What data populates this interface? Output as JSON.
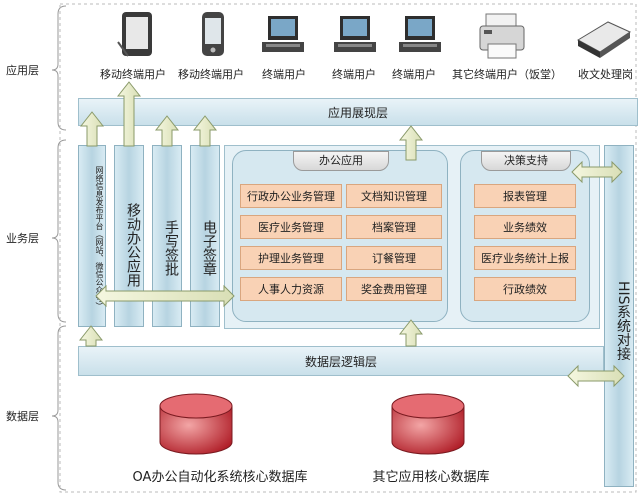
{
  "layers": {
    "app": "应用层",
    "biz": "业务层",
    "data": "数据层"
  },
  "devices": [
    {
      "label": "移动终端用户",
      "icon": "tablet-icon"
    },
    {
      "label": "移动终端用户",
      "icon": "phone-icon"
    },
    {
      "label": "终端用户",
      "icon": "desktop-computer-icon"
    },
    {
      "label": "终端用户",
      "icon": "desktop-computer-icon"
    },
    {
      "label": "终端用户",
      "icon": "desktop-computer-icon"
    },
    {
      "label": "其它终端用户（饭堂）",
      "icon": "printer-icon"
    },
    {
      "label": "收文处理岗",
      "icon": "scanner-icon"
    }
  ],
  "presentation_layer": "应用展现层",
  "side_columns": [
    "网络信息发布平台（网站、微信公众号）",
    "移动办公应用",
    "手写签批",
    "电子签章"
  ],
  "office": {
    "title": "办公应用",
    "left_items": [
      "行政办公业务管理",
      "医疗业务管理",
      "护理业务管理",
      "人事人力资源"
    ],
    "right_items": [
      "文档知识管理",
      "档案管理",
      "订餐管理",
      "奖金费用管理"
    ]
  },
  "decision": {
    "title": "决策支持",
    "items": [
      "报表管理",
      "业务绩效",
      "医疗业务统计上报",
      "行政绩效"
    ]
  },
  "his_column": "HIS系统对接",
  "data_logic_layer": "数据层逻辑层",
  "databases": [
    {
      "label": "OA办公自动化系统核心数据库"
    },
    {
      "label": "其它应用核心数据库"
    }
  ],
  "colors": {
    "bar": "#c9e0ea",
    "module": "#f9d2b5",
    "db_red": "#c8323a",
    "panel": "#e4f0f5"
  }
}
